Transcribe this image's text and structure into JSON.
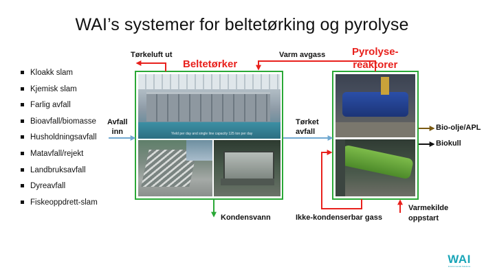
{
  "title": "WAI’s systemer for beltetørking og pyrolyse",
  "waste_types": [
    "Kloakk slam",
    "Kjemisk slam",
    "Farlig avfall",
    "Bioavfall/biomasse",
    "Husholdningsavfall",
    "Matavfall/rejekt",
    "Landbruksavfall",
    "Dyreavfall",
    "Fiskeoppdrett-slam"
  ],
  "labels": {
    "input_line1": "Avfall",
    "input_line2": "inn",
    "dryer_title": "Beltetørker",
    "drying_air_out": "Tørkeluft ut",
    "hot_exhaust": "Varm avgass",
    "reactor_title_line1": "Pyrolyse-",
    "reactor_title_line2": "reaktorer",
    "dried_line1": "Tørket",
    "dried_line2": "avfall",
    "bio_oil": "Bio-olje/APL",
    "biochar": "Biokull",
    "condensate": "Kondensvann",
    "non_condensable_gas": "Ikke-kondenserbar gass",
    "heat_source_line1": "Varmekilde",
    "heat_source_line2": "oppstart",
    "photo_caption": "Yield per day and single line capacity 125 ton per day"
  },
  "logo": {
    "text": "WAI",
    "subtext": "Environmental Solutions"
  },
  "colors": {
    "frame_green": "#2aa836",
    "arrow_red": "#e8201c",
    "arrow_blue": "#6fa8d0",
    "oil_brown": "#7a5a12",
    "logo_teal": "#1aa5b8"
  }
}
